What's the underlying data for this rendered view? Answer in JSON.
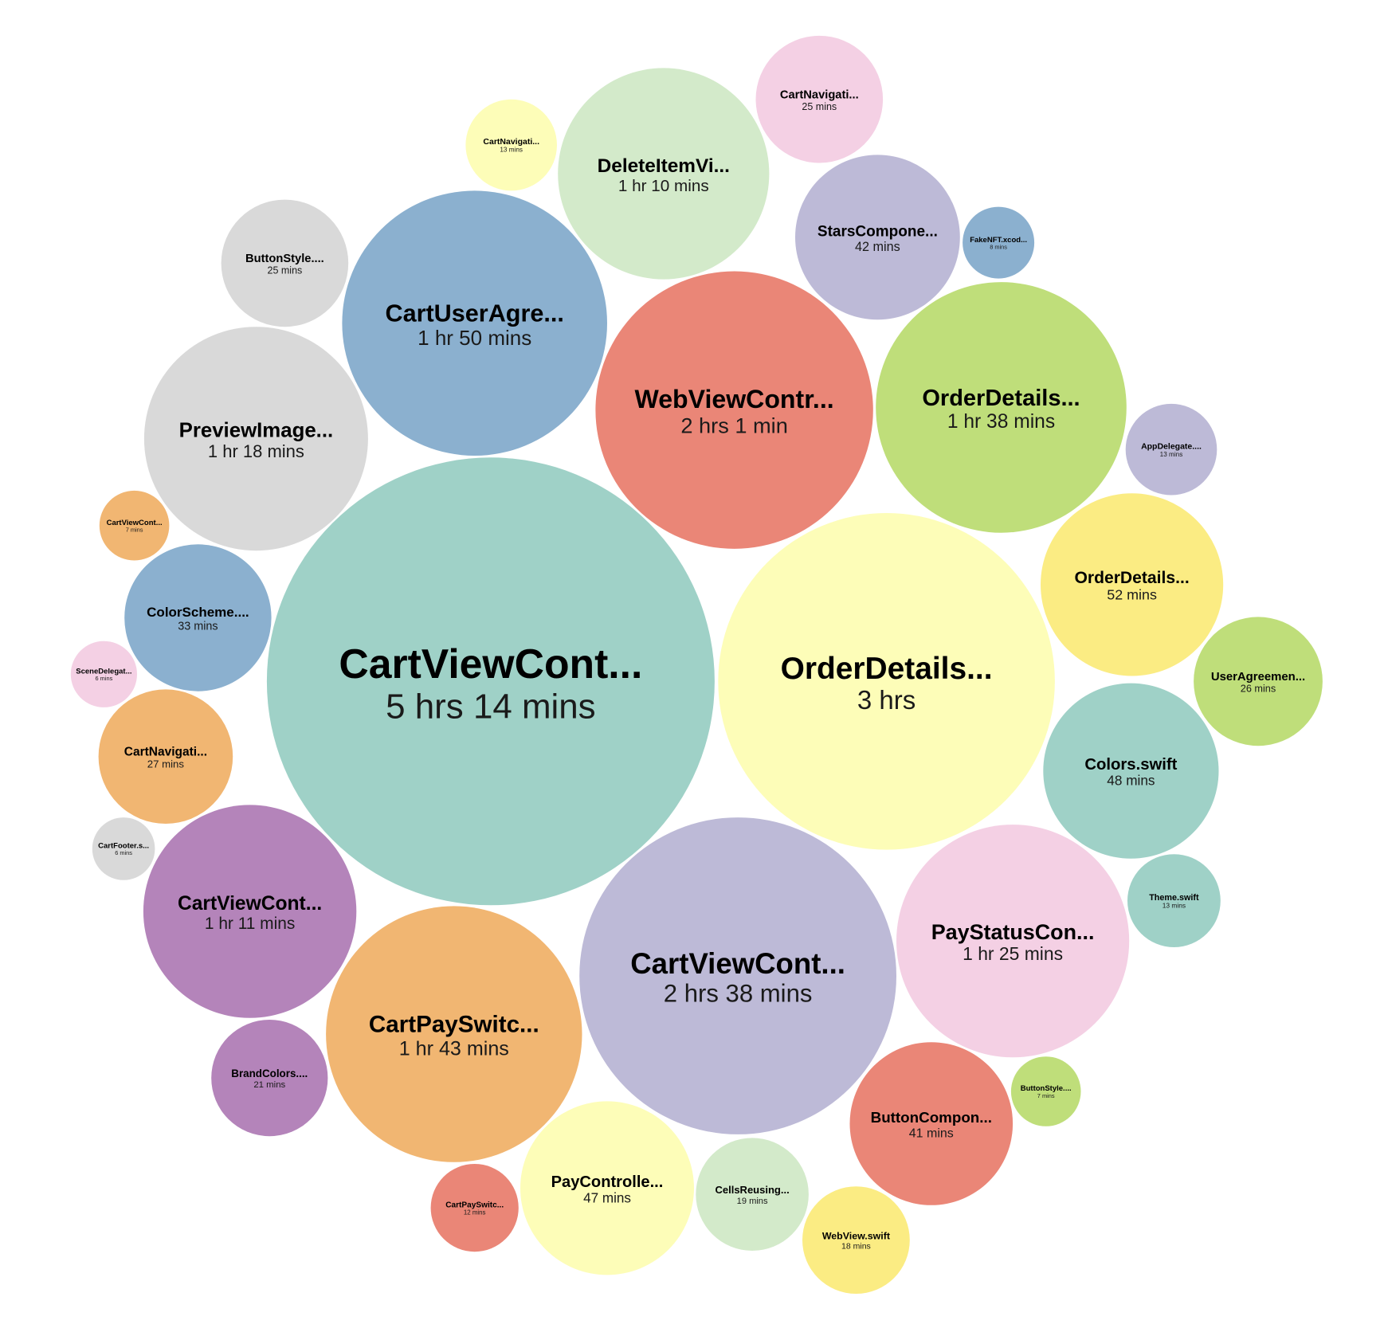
{
  "chart_data": {
    "type": "bubble",
    "title": "",
    "palette": {
      "teal": "#9fd1c7",
      "yellow": "#fdfdb8",
      "lavender": "#bdbad7",
      "salmon": "#ea8677",
      "blue": "#8bb0cf",
      "orange": "#f1b672",
      "green": "#bfde7a",
      "gray": "#d9d9d9",
      "pink": "#f4d0e4",
      "purple": "#b484ba",
      "mint": "#d3eaca",
      "lightyellow": "#fbec83"
    },
    "items": [
      {
        "label": "CartViewCont...",
        "time": "5 hrs 14 mins",
        "minutes": 314,
        "color": "teal"
      },
      {
        "label": "OrderDetails...",
        "time": "3 hrs",
        "minutes": 180,
        "color": "yellow"
      },
      {
        "label": "CartViewCont...",
        "time": "2 hrs 38 mins",
        "minutes": 158,
        "color": "lavender"
      },
      {
        "label": "WebViewContr...",
        "time": "2 hrs 1 min",
        "minutes": 121,
        "color": "salmon"
      },
      {
        "label": "CartUserAgre...",
        "time": "1 hr 50 mins",
        "minutes": 110,
        "color": "blue"
      },
      {
        "label": "CartPaySwitc...",
        "time": "1 hr 43 mins",
        "minutes": 103,
        "color": "orange"
      },
      {
        "label": "OrderDetails...",
        "time": "1 hr 38 mins",
        "minutes": 98,
        "color": "green"
      },
      {
        "label": "PayStatusCon...",
        "time": "1 hr 25 mins",
        "minutes": 85,
        "color": "pink"
      },
      {
        "label": "PreviewImage...",
        "time": "1 hr 18 mins",
        "minutes": 78,
        "color": "gray"
      },
      {
        "label": "CartViewCont...",
        "time": "1 hr 11 mins",
        "minutes": 71,
        "color": "purple"
      },
      {
        "label": "DeleteItemVi...",
        "time": "1 hr 10 mins",
        "minutes": 70,
        "color": "mint"
      },
      {
        "label": "OrderDetails...",
        "time": "52 mins",
        "minutes": 52,
        "color": "lightyellow"
      },
      {
        "label": "Colors.swift",
        "time": "48 mins",
        "minutes": 48,
        "color": "teal"
      },
      {
        "label": "PayControlle...",
        "time": "47 mins",
        "minutes": 47,
        "color": "yellow"
      },
      {
        "label": "StarsCompone...",
        "time": "42 mins",
        "minutes": 42,
        "color": "lavender"
      },
      {
        "label": "ButtonCompon...",
        "time": "41 mins",
        "minutes": 41,
        "color": "salmon"
      },
      {
        "label": "ColorScheme....",
        "time": "33 mins",
        "minutes": 33,
        "color": "blue"
      },
      {
        "label": "CartNavigati...",
        "time": "27 mins",
        "minutes": 27,
        "color": "orange"
      },
      {
        "label": "UserAgreemen...",
        "time": "26 mins",
        "minutes": 26,
        "color": "green"
      },
      {
        "label": "CartNavigati...",
        "time": "25 mins",
        "minutes": 25,
        "color": "pink"
      },
      {
        "label": "ButtonStyle....",
        "time": "25 mins",
        "minutes": 25,
        "color": "gray"
      },
      {
        "label": "BrandColors....",
        "time": "21 mins",
        "minutes": 21,
        "color": "purple"
      },
      {
        "label": "CellsReusing...",
        "time": "19 mins",
        "minutes": 19,
        "color": "mint"
      },
      {
        "label": "WebView.swift",
        "time": "18 mins",
        "minutes": 18,
        "color": "lightyellow"
      },
      {
        "label": "Theme.swift",
        "time": "13 mins",
        "minutes": 13,
        "color": "teal"
      },
      {
        "label": "CartNavigati...",
        "time": "13 mins",
        "minutes": 13,
        "color": "yellow"
      },
      {
        "label": "AppDelegate....",
        "time": "13 mins",
        "minutes": 13,
        "color": "lavender"
      },
      {
        "label": "CartPaySwitc...",
        "time": "12 mins",
        "minutes": 12,
        "color": "salmon"
      },
      {
        "label": "FakeNFT.xcod...",
        "time": "8 mins",
        "minutes": 8,
        "color": "blue"
      },
      {
        "label": "CartViewCont...",
        "time": "7 mins",
        "minutes": 7,
        "color": "orange"
      },
      {
        "label": "ButtonStyle....",
        "time": "7 mins",
        "minutes": 7,
        "color": "green"
      },
      {
        "label": "SceneDelegat...",
        "time": "6 mins",
        "minutes": 6,
        "color": "pink"
      },
      {
        "label": "CartFooter.s...",
        "time": "6 mins",
        "minutes": 6,
        "color": "gray"
      }
    ]
  }
}
